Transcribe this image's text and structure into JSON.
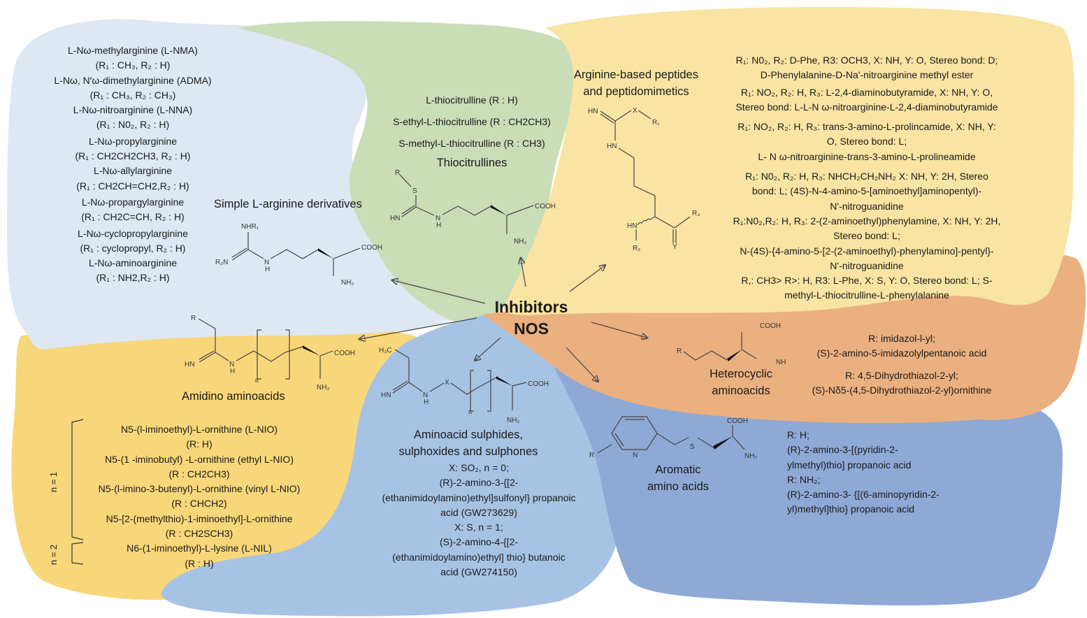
{
  "center": {
    "line1": "Inhibitors",
    "line2": "NOS"
  },
  "colors": {
    "simple_arginine": "#dde8f3",
    "thiocitrullines": "#c9ddb7",
    "arginine_peptides": "#f9e4a3",
    "heterocyclic": "#ebb080",
    "aromatic": "#8fa9d6",
    "aminoacid_sulphides": "#a7c3e4",
    "amidino": "#f8d77a"
  },
  "simple_arginine": {
    "title": "Simple L-arginine derivatives",
    "items": [
      {
        "name": "L-Nω-methylarginine (L-NMA)",
        "r": "(R₁ : CH₃, R₂ : H)"
      },
      {
        "name": "L-Nω, N′ω-dimethylarginine (ADMA)",
        "r": "(R₁ : CH₃, R₂ : CH₃)"
      },
      {
        "name": "L-Nω-nitroarginine (L-NNA)",
        "r": "(R₁ : N0₂, R₂ : H)"
      },
      {
        "name": "L-Nω-propylarginine",
        "r": "(R₁ : CH2CH2CH3, R₂ : H)"
      },
      {
        "name": "L-Nω-allylarginine",
        "r": "(R₁ : CH2CH=CH2,R₂ : H)"
      },
      {
        "name": "L-Nω-propargylarginine",
        "r": "(R₁ : CH2C=CH, R₂ : H)"
      },
      {
        "name": "L-Nω-cyclopropylarginine",
        "r": "(R₁ : cyclopropyl, R₂ : H)"
      },
      {
        "name": "L-Nω-aminoarginine",
        "r": "(R₁ : NH2,R₂ : H)"
      }
    ],
    "mol": {
      "nhr1": "NHR₁",
      "r2n": "R₂N",
      "n": "N",
      "h": "H",
      "cooh": "COOH",
      "nh2": "NH₂"
    }
  },
  "thiocitrullines": {
    "title": "Thiocitrullines",
    "items": [
      "L-thiocitrulline (R : H)",
      "S-ethyl-L-thiocitrulline (R : CH2CH3)",
      "S-methyl-L-thiocitrulline (R : CH3)"
    ],
    "mol": {
      "r": "R",
      "s": "S",
      "hn": "HN",
      "n": "N",
      "h": "H",
      "cooh": "COOH",
      "nh2": "NH₂"
    }
  },
  "arginine_peptides": {
    "title_line1": "Arginine-based peptides",
    "title_line2": "and peptidomimetics",
    "groups": [
      [
        "R₁: N0₂, R₂: D-Phe, R3: OCH3, X: NH, Y: O, Stereo bond: D;",
        "D-Phenylalanine-D-Na'-nitroarginine methyl ester"
      ],
      [
        "R₁: NO₂, R₂: H, R₃: L-2,4-diaminobutyramide, X: NH, Y: O,",
        "Stereo bond: L-L-N ω-nitroarginine-L-2,4-diaminobutyramide"
      ],
      [
        "R₁: NO₂, R₂: H, R₃: trans-3-amino-L-prolincamide, X: NH, Y:",
        "O, Stereo bond: L;",
        "L- N ω-nitroarginine-trans-3-amino-L-prolineamide"
      ],
      [
        "R₁: N0₂, R₂: H, R₃: NHCH₂CH₂NH₂ X: NH, Y: 2H, Stereo",
        "bond: L; (4S)-N-4-amino-5-[aminoethyl]aminopentyl)-",
        "N'-nitroguanidine",
        "R₁:N0₂,R₂: H, R₃: 2-(2-aminoethyl)phenylamine, X: NH, Y: 2H,",
        "Stereo bond: L;",
        "N-(4S)-{4-amino-5-[2-(2-aminoethyl)-phenylamino]-pentyl}-",
        "N'-nitroguanidine",
        "R,: CH3> R>: H, R3: L-Phe, X: S, Y: O, Stereo bond: L; S-",
        "methyl-L-thiocitrulline-L-phenylalanine"
      ]
    ],
    "mol": {
      "hn_top": "HN",
      "x": "X",
      "r1": "R₁",
      "hn_mid": "HN",
      "hn_bot": "HN",
      "r2": "R₂",
      "r3": "R₃",
      "y": "Y"
    }
  },
  "heterocyclic": {
    "title_line1": "Heterocyclic",
    "title_line2": "aminoacids",
    "items": [
      "R: imidazol-l-yl;",
      "(S)-2-amino-5-imidazolylpentanoic acid",
      "R: 4,5-Dihydrothiazol-2-yl;",
      "(S)-Nδ5-(4,5-Dihydrothiazol-2-yl)ornithine"
    ],
    "mol": {
      "r": "R",
      "cooh": "COOH",
      "nh2": "NH₂"
    }
  },
  "aromatic": {
    "title_line1": "Aromatic",
    "title_line2": "amino acids",
    "items": [
      "R: H;",
      "(R)-2-amino-3-[(pyridin-2-",
      "ylmethyl)thio] propanoic acid",
      " R: NH₂;",
      "(R)-2-amino-3- {[(6-aminopyridin-2-",
      "yl)methyl]thio} propanoic acid"
    ],
    "mol": {
      "r": "R",
      "n": "N",
      "s": "S",
      "cooh": "COOH",
      "nh2": "NH₂"
    }
  },
  "aminoacid_sulphides": {
    "title_line1": "Aminoacid sulphides,",
    "title_line2": "sulphoxides and sulphones",
    "items": [
      "X: SO₂, n = 0;",
      "(R)-2-amino-3-{[2-",
      "(ethanimidoylamino)ethyl]sulfonyl} propanoic",
      "acid (GW273629)",
      "X: S, n = 1;",
      "(S)-2-amino-4-{[2-",
      "(ethanimidoylamino)ethyl] thio} butanoic",
      "acid (GW274150)"
    ],
    "mol": {
      "h3c": "H₃C",
      "hn": "HN",
      "n": "N",
      "h": "H",
      "x": "X",
      "sub_n": "n",
      "cooh": "COOH",
      "nh2": "NH₂"
    }
  },
  "amidino": {
    "title": "Amidino aminoacids",
    "n1_label": "n = 1",
    "n2_label": "n = 2",
    "items": [
      "N5-(l-iminoethyl)-L-ornithine (L-NIO)",
      "(R: H)",
      "N5-(1 -iminobutyl) -L-ornithine (ethyl L-NIO)",
      "(R : CH2CH3)",
      "N5-(l-imino-3-butenyl)-L-ornithine (vinyl L-NIO)",
      "(R : CHCH2)",
      "N5-[2-(methylthio)-1-iminoethyl]-L-ornithine",
      "(R : CH2SCH3)",
      "N6-(1-iminoethyl)-L-lysine (L-NIL)",
      "(R : H)"
    ],
    "mol": {
      "r": "R",
      "hn": "HN",
      "n": "N",
      "h": "H",
      "sub_n": "n",
      "cooh": "COOH",
      "nh2": "NH₂"
    }
  }
}
